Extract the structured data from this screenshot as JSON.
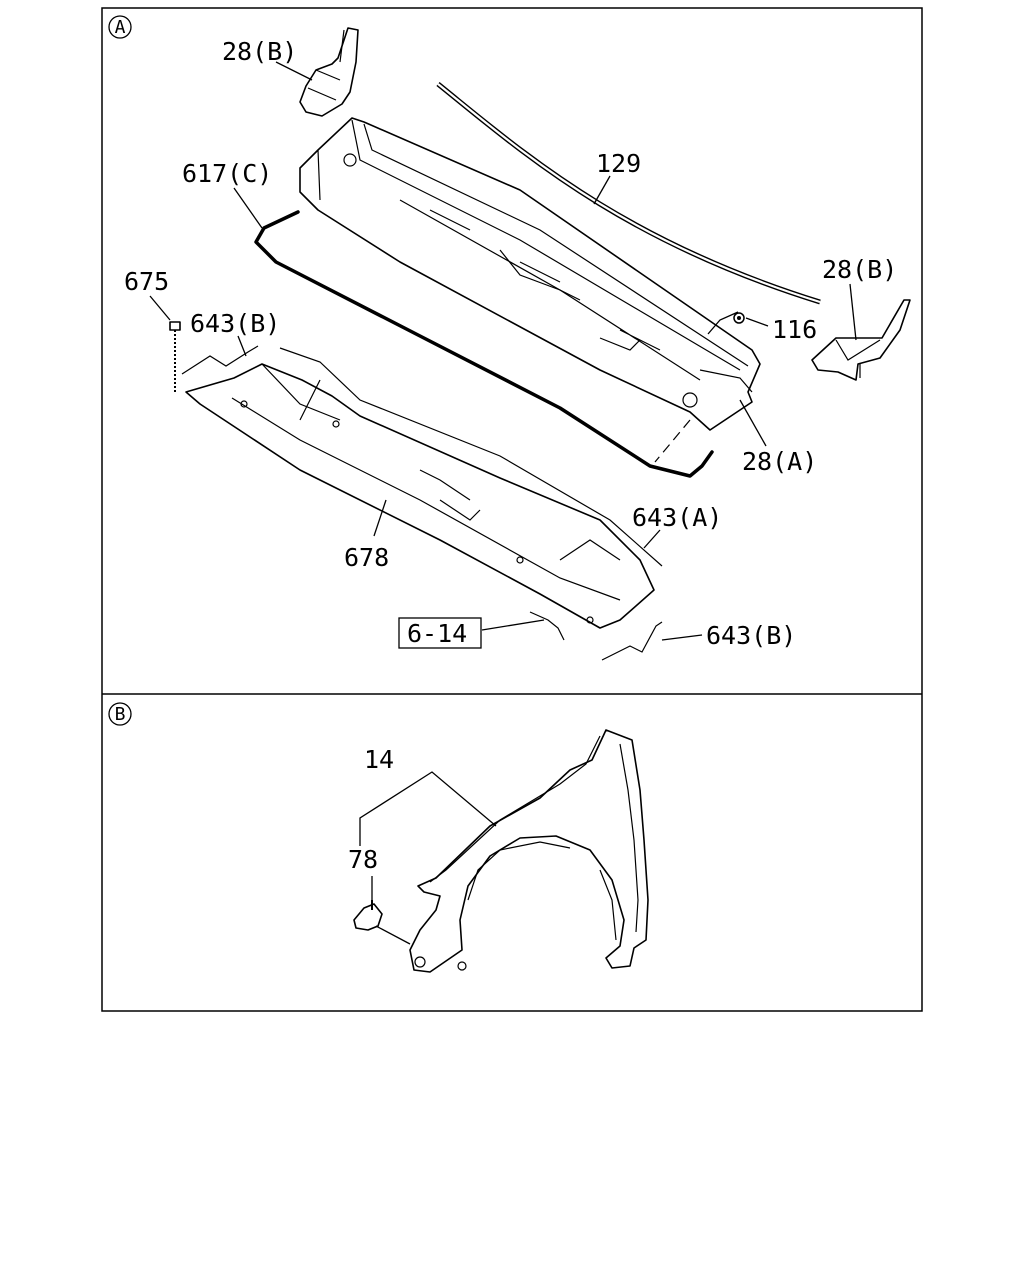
{
  "panels": [
    {
      "marker": "A",
      "labels": {
        "p28b_top": "28(B)",
        "p129": "129",
        "p617c": "617(C)",
        "p675": "675",
        "p643b_left": "643(B)",
        "p28b_right": "28(B)",
        "p116": "116",
        "p28a": "28(A)",
        "p643a": "643(A)",
        "p678": "678",
        "p614": "6-14",
        "p643b_bottom": "643(B)"
      }
    },
    {
      "marker": "B",
      "labels": {
        "p14": "14",
        "p78": "78"
      }
    }
  ]
}
